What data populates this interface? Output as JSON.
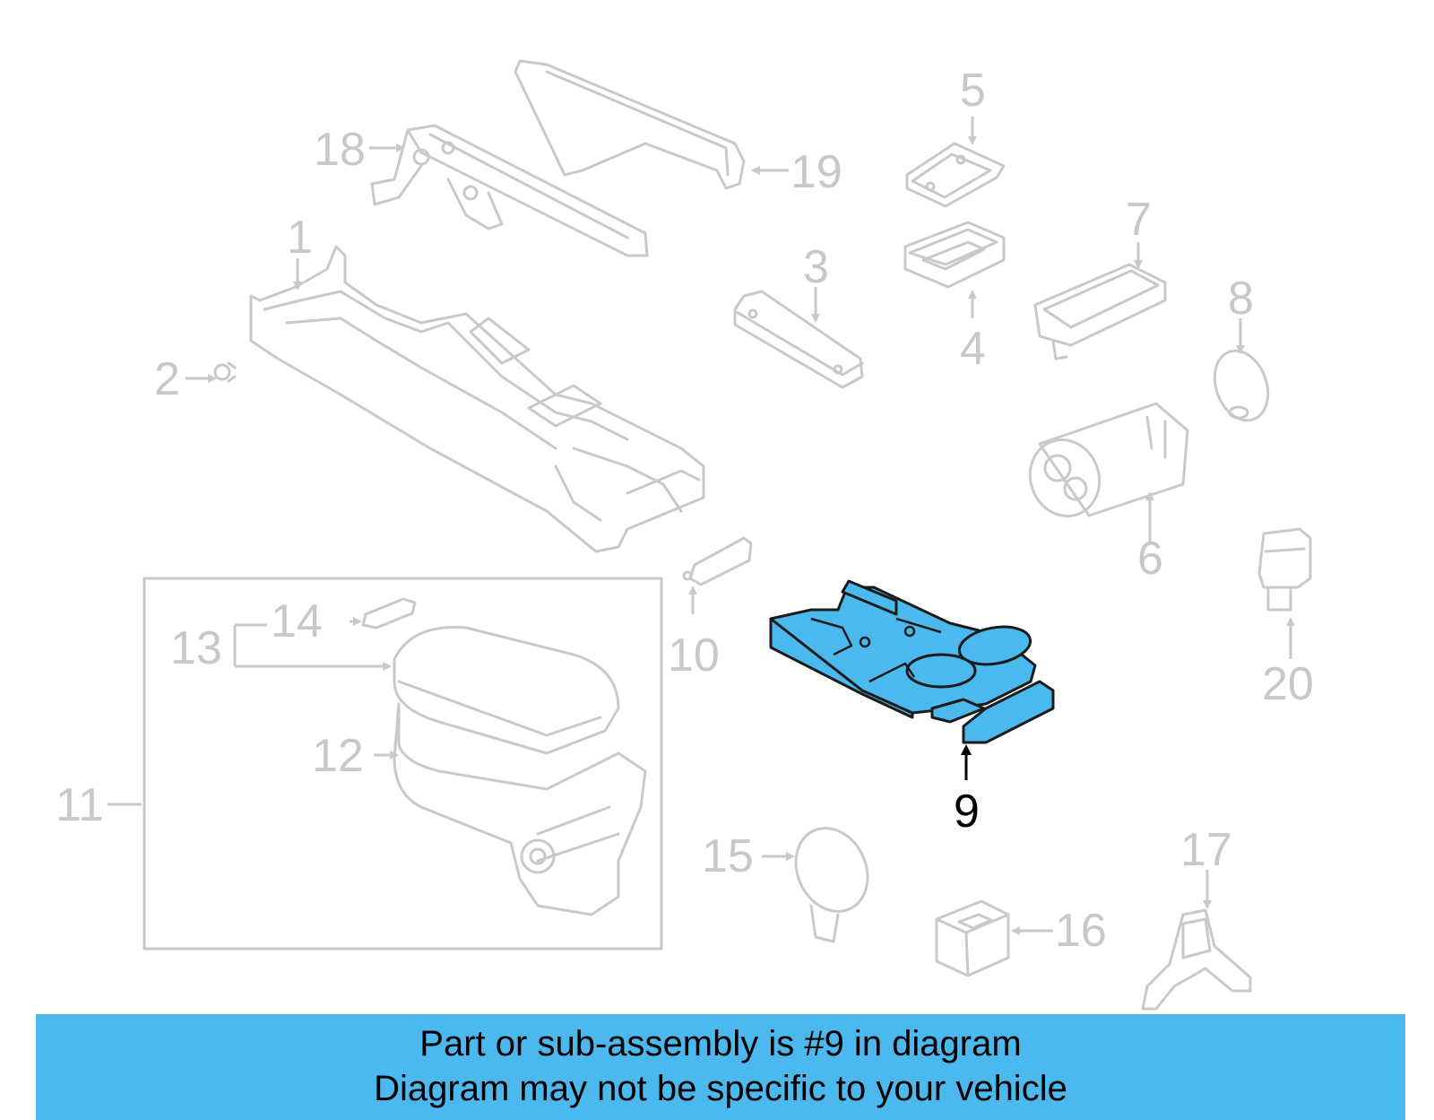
{
  "diagram": {
    "highlighted_part": "9",
    "highlight_color": "#4bb8ee",
    "callouts": [
      "1",
      "2",
      "3",
      "4",
      "5",
      "6",
      "7",
      "8",
      "9",
      "10",
      "11",
      "12",
      "13",
      "14",
      "15",
      "16",
      "17",
      "18",
      "19",
      "20"
    ]
  },
  "banner": {
    "line1": "Part or sub-assembly is #9 in diagram",
    "line2": "Diagram may not be specific to your vehicle",
    "color": "#4bb8ee"
  }
}
